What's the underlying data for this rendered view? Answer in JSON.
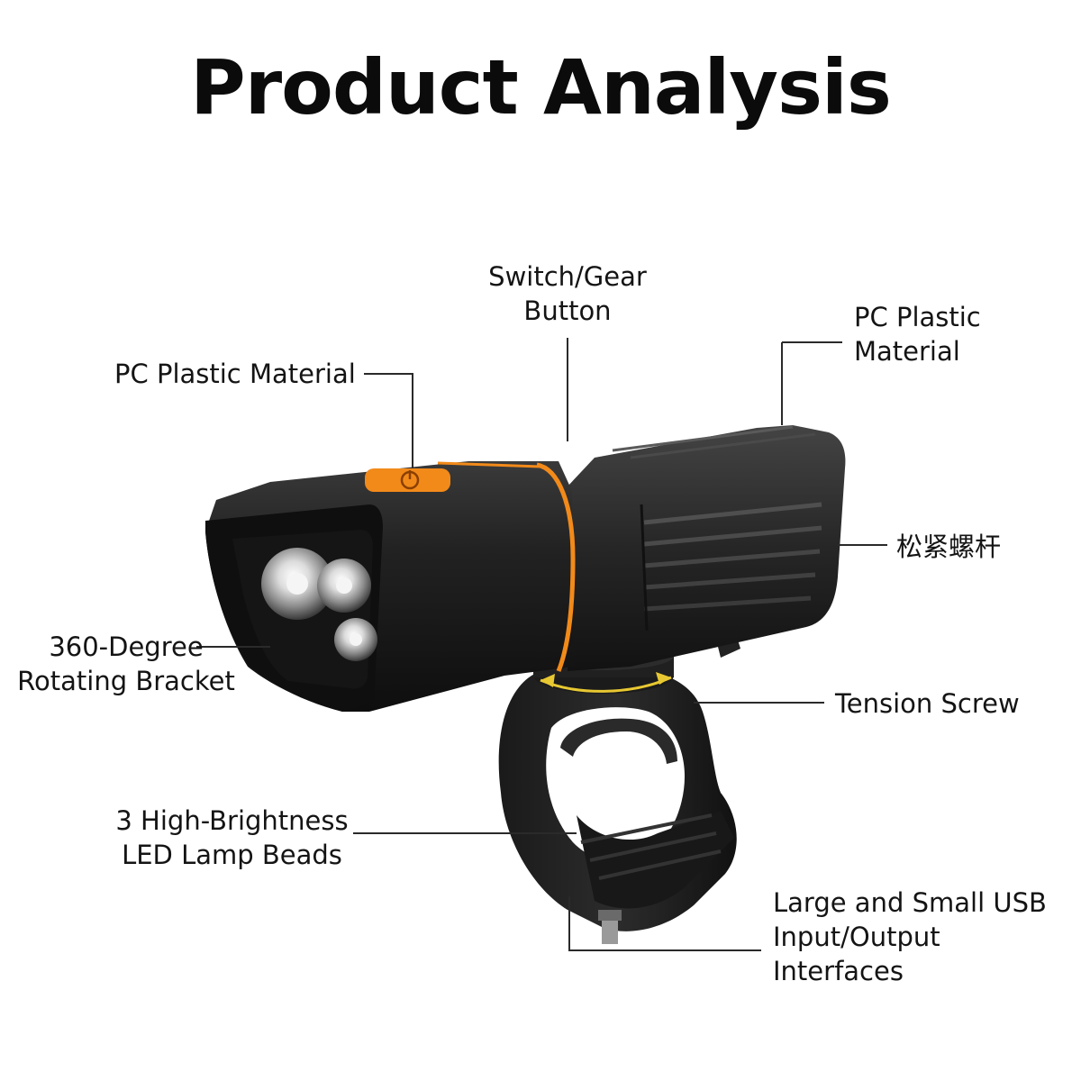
{
  "title": "Product Analysis",
  "callouts": {
    "switch_button": [
      "Switch/Gear",
      "Button"
    ],
    "pc_plastic_left": [
      "PC Plastic Material"
    ],
    "pc_plastic_right": [
      "PC Plastic",
      "Material"
    ],
    "chinese_label": [
      "松紧螺杆"
    ],
    "rotating_bracket": [
      "360-Degree",
      "Rotating Bracket"
    ],
    "tension_screw": [
      "Tension Screw"
    ],
    "led_beads": [
      "3 High-Brightness",
      "LED Lamp Beads"
    ],
    "usb_interfaces": [
      "Large and Small USB",
      "Input/Output",
      "Interfaces"
    ]
  },
  "colors": {
    "accent": "#f28a1a",
    "body": "#1d1d1d",
    "leader_line": "#2a2a2a"
  }
}
